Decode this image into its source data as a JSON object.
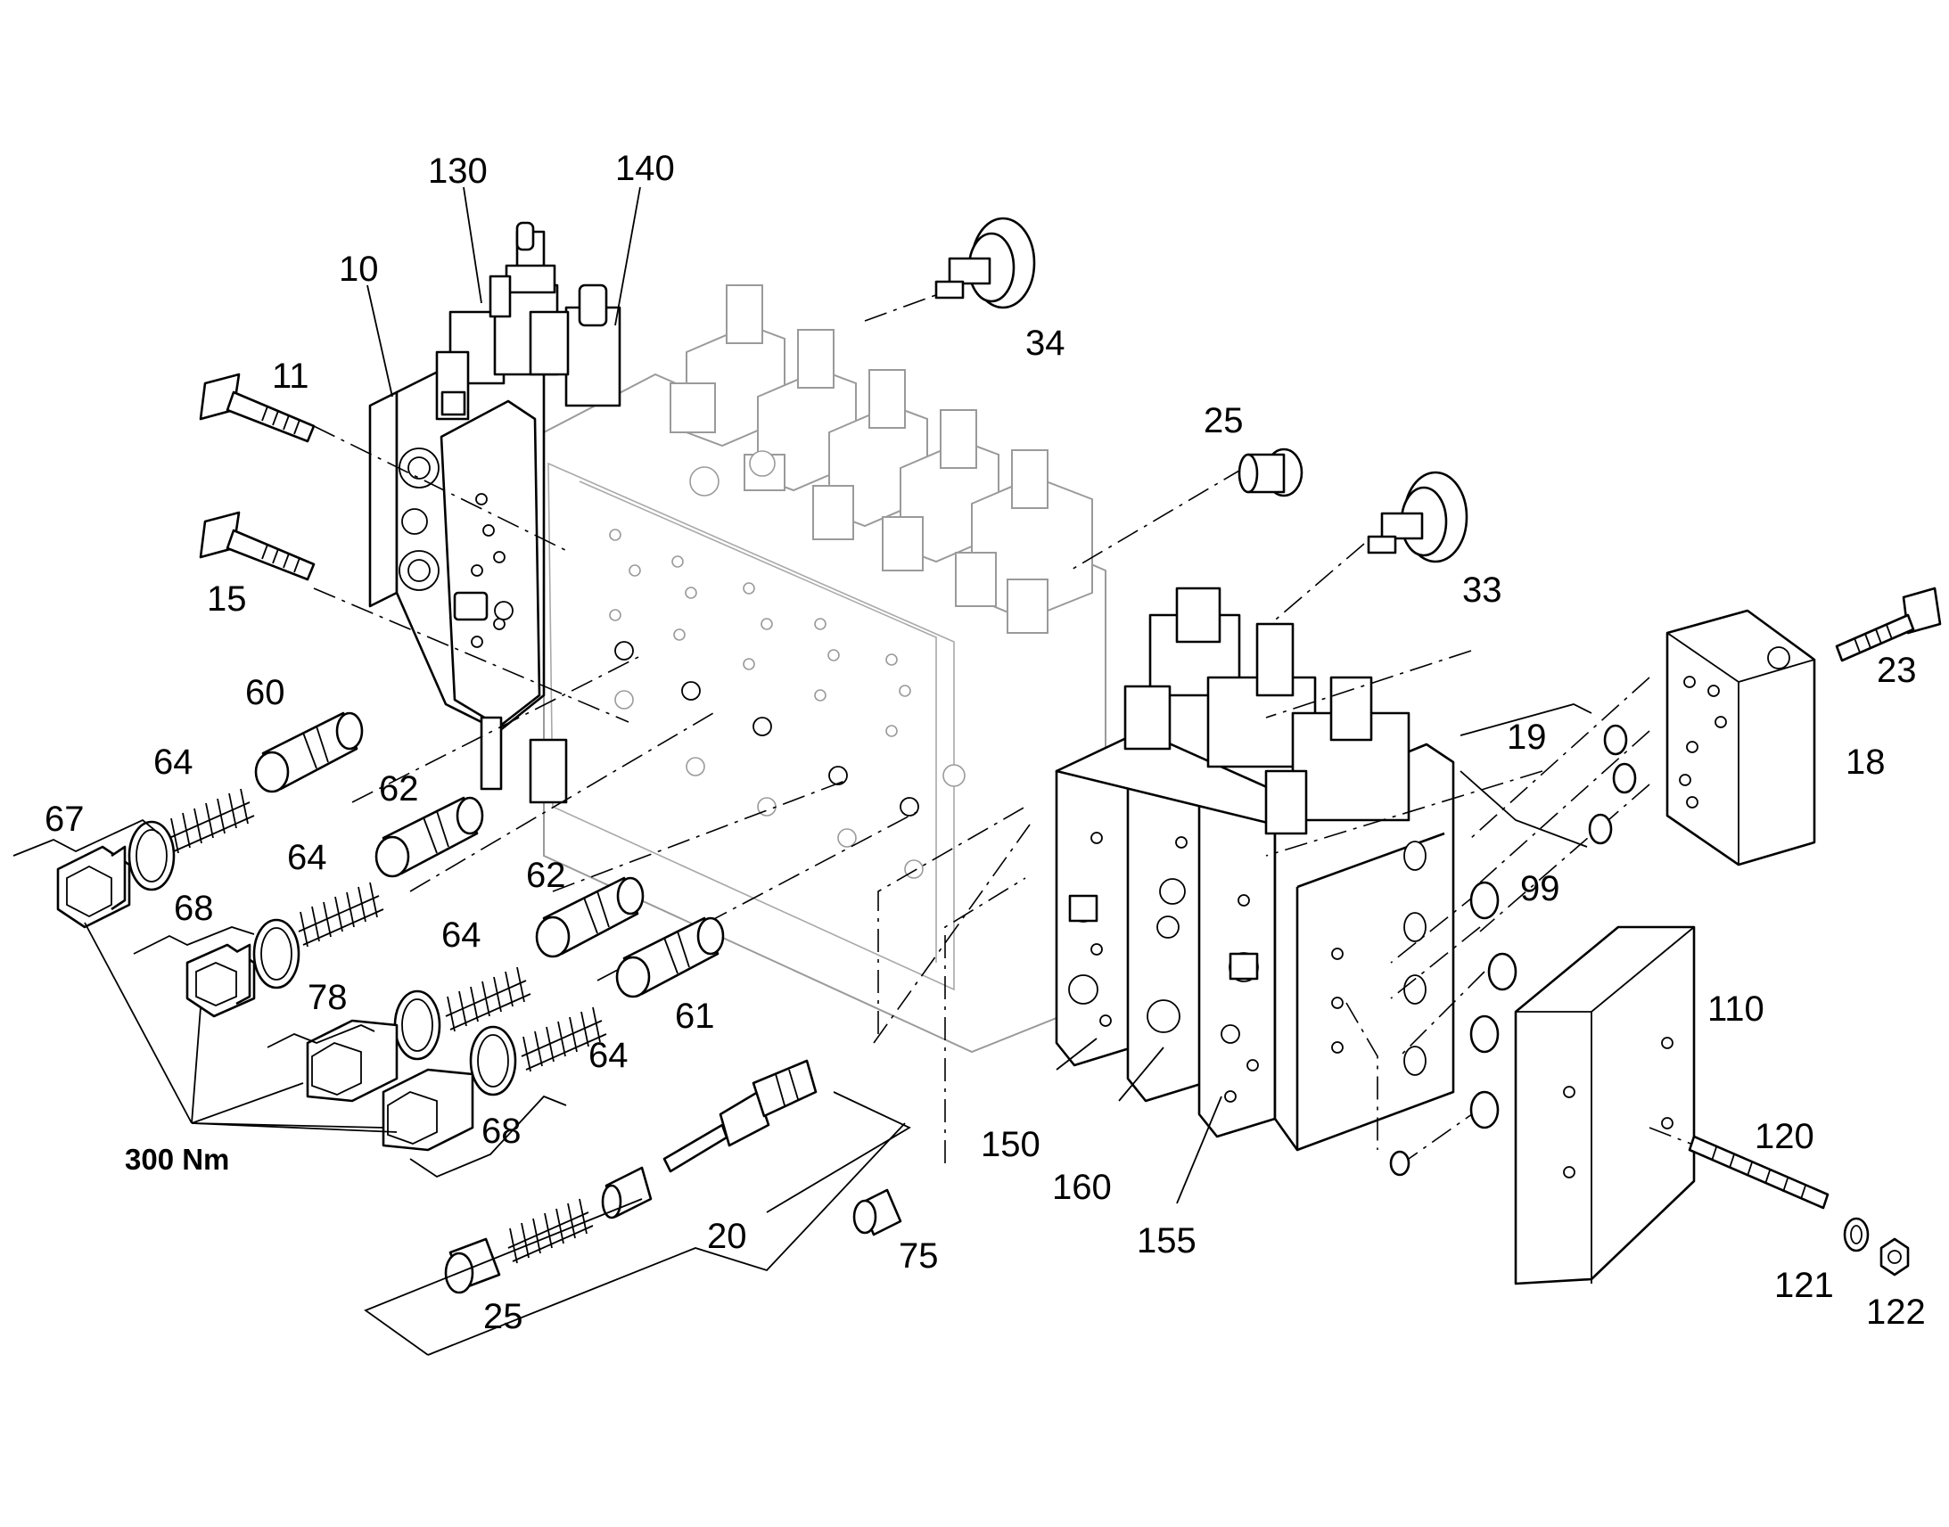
{
  "callouts": {
    "c130": "130",
    "c140": "140",
    "c10": "10",
    "c11": "11",
    "c34": "34",
    "c25_top": "25",
    "c15": "15",
    "c33": "33",
    "c60": "60",
    "c23": "23",
    "c64_a": "64",
    "c62_a": "62",
    "c67": "67",
    "c19": "19",
    "c18": "18",
    "c64_b": "64",
    "c68_a": "68",
    "c62_b": "62",
    "c99": "99",
    "c64_c": "64",
    "c78": "78",
    "c61": "61",
    "c110": "110",
    "c64_d": "64",
    "c68_b": "68",
    "c150": "150",
    "c120": "120",
    "c160": "160",
    "c20": "20",
    "c155": "155",
    "c75": "75",
    "c121": "121",
    "c122": "122",
    "c25_bottom": "25"
  },
  "torque_note": "300 Nm"
}
